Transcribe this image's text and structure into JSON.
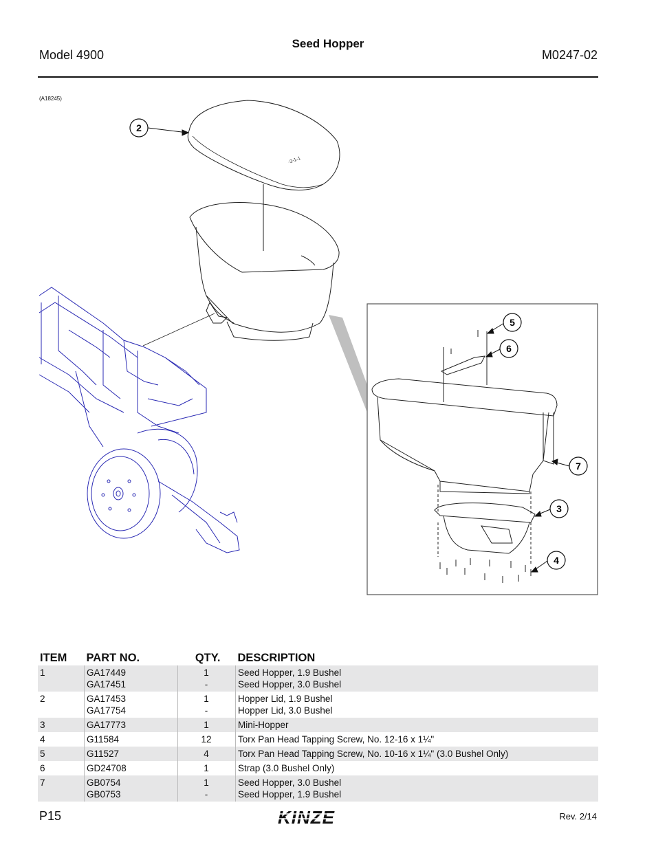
{
  "header": {
    "model": "Model 4900",
    "title": "Seed Hopper",
    "doc_number": "M0247-02"
  },
  "figure": {
    "reference": "(A18245)",
    "callouts": [
      "2",
      "5",
      "6",
      "7",
      "3",
      "4"
    ]
  },
  "table": {
    "headers": {
      "item": "ITEM",
      "part": "PART NO.",
      "qty": "QTY.",
      "desc": "DESCRIPTION"
    },
    "rows": [
      {
        "item": "1",
        "parts": [
          "GA17449",
          "GA17451"
        ],
        "qtys": [
          "1",
          "-"
        ],
        "descs": [
          "Seed Hopper, 1.9 Bushel",
          "Seed Hopper, 3.0 Bushel"
        ]
      },
      {
        "item": "2",
        "parts": [
          "GA17453",
          "GA17754"
        ],
        "qtys": [
          "1",
          "-"
        ],
        "descs": [
          "Hopper Lid, 1.9 Bushel",
          "Hopper Lid, 3.0 Bushel"
        ]
      },
      {
        "item": "3",
        "parts": [
          "GA17773"
        ],
        "qtys": [
          "1"
        ],
        "descs": [
          "Mini-Hopper"
        ]
      },
      {
        "item": "4",
        "parts": [
          "G11584"
        ],
        "qtys": [
          "12"
        ],
        "descs": [
          "Torx Pan Head Tapping Screw, No. 12-16 x 1¼\""
        ]
      },
      {
        "item": "5",
        "parts": [
          "G11527"
        ],
        "qtys": [
          "4"
        ],
        "descs": [
          "Torx Pan Head Tapping Screw, No. 10-16 x 1¼\" (3.0 Bushel Only)"
        ]
      },
      {
        "item": "6",
        "parts": [
          "GD24708"
        ],
        "qtys": [
          "1"
        ],
        "descs": [
          "Strap (3.0 Bushel Only)"
        ]
      },
      {
        "item": "7",
        "parts": [
          "GB0754",
          "GB0753"
        ],
        "qtys": [
          "1",
          "-"
        ],
        "descs": [
          "Seed Hopper, 3.0 Bushel",
          "Seed Hopper, 1.9 Bushel"
        ]
      }
    ]
  },
  "footer": {
    "page": "P15",
    "logo_text": "KINZE",
    "revision": "Rev. 2/14"
  },
  "colors": {
    "frame_blue": "#2a2ab4",
    "row_shade": "#e6e6e7",
    "callout_shadow": "#bfbfbf"
  }
}
